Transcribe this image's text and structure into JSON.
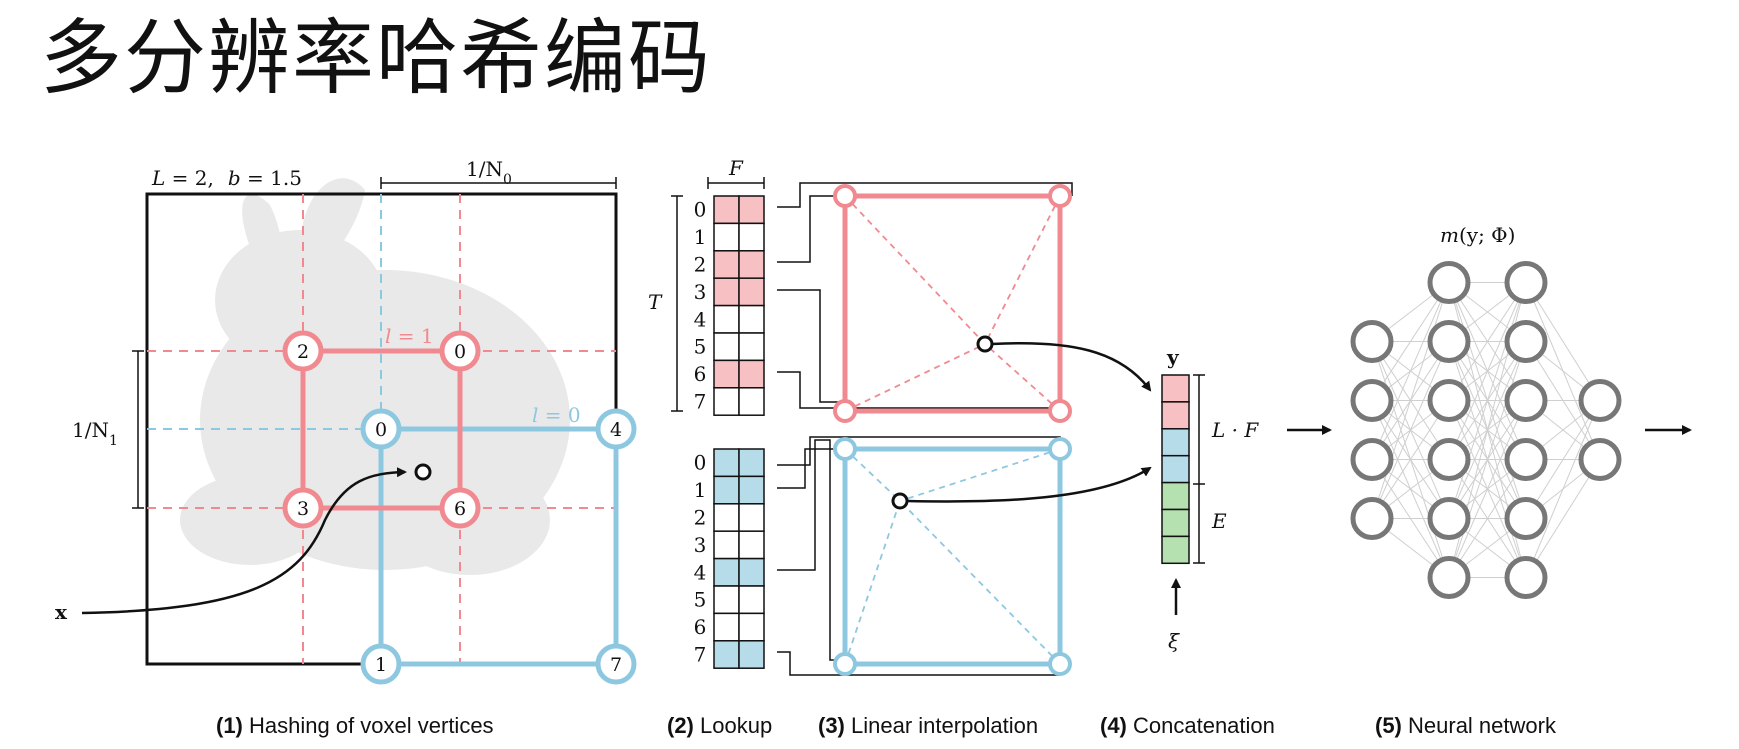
{
  "title": "多分辨率哈希编码",
  "colors": {
    "red": "#f08a90",
    "red_fill": "#f7c1c4",
    "blue": "#8ec8e0",
    "blue_fill": "#b6dcea",
    "green_fill": "#b5e0b0",
    "network_gray": "#777777",
    "bunny_gray": "#e6e6e6"
  },
  "panel1": {
    "params_L": "L",
    "params_L_eq": " = 2,",
    "params_b": "b",
    "params_b_eq": " = 1.5",
    "n0_label": "1/N",
    "n0_sub": "0",
    "n1_label": "1/N",
    "n1_sub": "1",
    "level1_l": "l",
    "level1_eq": " = 1",
    "level0_l": "l",
    "level0_eq": " = 0",
    "x_label": "x",
    "red_vertices": [
      "2",
      "0",
      "3",
      "6"
    ],
    "blue_vertices": [
      "0",
      "4",
      "1",
      "7"
    ]
  },
  "panel2": {
    "F_label": "F",
    "T_label": "T",
    "indices": [
      "0",
      "1",
      "2",
      "3",
      "4",
      "5",
      "6",
      "7"
    ],
    "red_filled_rows": [
      0,
      2,
      3,
      6
    ],
    "blue_filled_rows": [
      0,
      1,
      4,
      7
    ]
  },
  "panel4": {
    "y_label": "y",
    "LF_label": "L · F",
    "E_label": "E",
    "xi_label": "ξ",
    "cells": [
      "red",
      "red",
      "blue",
      "blue",
      "green",
      "green",
      "green"
    ]
  },
  "panel5": {
    "m_label": "m",
    "m_args": "(y; Φ)",
    "layers": [
      4,
      6,
      6,
      2
    ]
  },
  "captions": [
    {
      "num": "(1)",
      "text": " Hashing of voxel vertices"
    },
    {
      "num": "(2)",
      "text": " Lookup"
    },
    {
      "num": "(3)",
      "text": " Linear interpolation"
    },
    {
      "num": "(4)",
      "text": " Concatenation"
    },
    {
      "num": "(5)",
      "text": " Neural network"
    }
  ]
}
